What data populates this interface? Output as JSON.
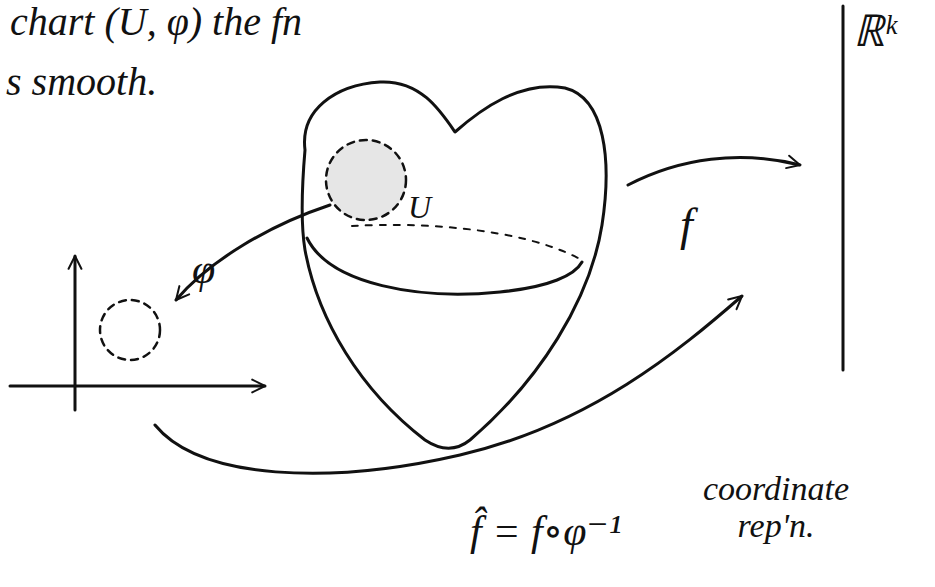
{
  "diagram": {
    "labels": [
      "chart (U, φ) the fn",
      "s smooth.",
      "ℝᵏ",
      "U",
      "φ",
      "f",
      "f̂ = f∘φ⁻¹",
      "coordinate rep'n."
    ]
  }
}
